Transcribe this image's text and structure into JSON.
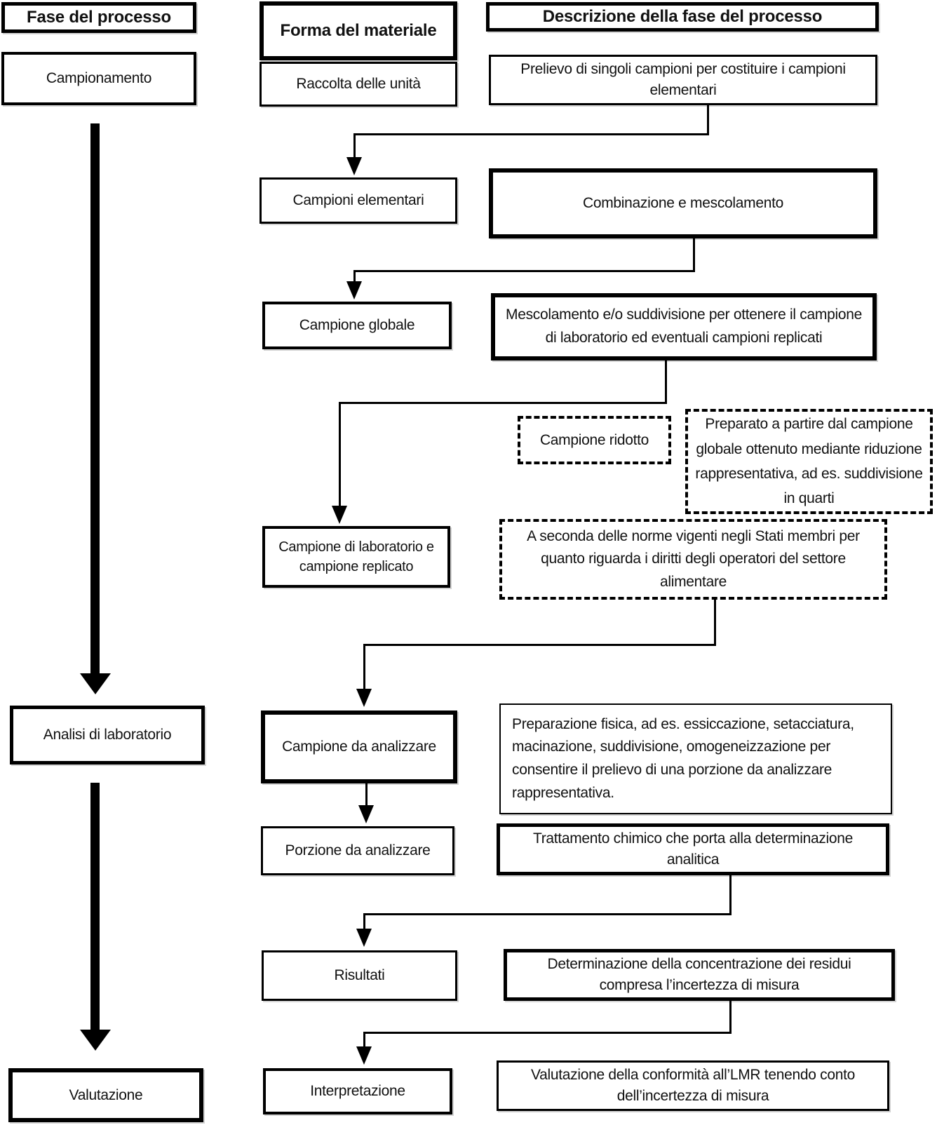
{
  "colors": {
    "border": "#000000",
    "background": "#ffffff",
    "text": "#111111"
  },
  "column_headers": {
    "process_phase": "Fase del processo",
    "material_form": "Forma del materiale",
    "phase_description": "Descrizione della fase del processo"
  },
  "process_phases": {
    "sampling": "Campionamento",
    "lab_analysis": "Analisi di laboratorio",
    "evaluation": "Valutazione"
  },
  "material_forms": {
    "units_collection": "Raccolta delle unità",
    "primary_samples": "Campioni elementari",
    "bulk_sample": "Campione globale",
    "reduced_sample": "Campione ridotto",
    "lab_sample": "Campione di laboratorio e campione replicato",
    "analysis_sample": "Campione da analizzare",
    "analysis_portion": "Porzione da analizzare",
    "results": "Risultati",
    "interpretation": "Interpretazione"
  },
  "descriptions": {
    "sampling": "Prelievo di singoli campioni per costituire i campioni elementari",
    "combination": "Combinazione e mescolamento",
    "mixing_subdivision": "Mescolamento e/o suddivisione per ottenere il campione di laboratorio ed eventuali campioni replicati",
    "reduced_sample_note": "Preparato a partire dal campione globale ottenuto mediante riduzione rappresentativa, ad es. suddivisione in quarti",
    "member_states_note": "A seconda delle norme vigenti negli Stati membri per quanto riguarda i diritti degli operatori del settore alimentare",
    "physical_preparation": "Preparazione fisica, ad es. essiccazione, setacciatura, macinazione, suddivisione, omogeneizzazione per consentire il prelievo di una porzione da analizzare rappresentativa.",
    "chemical_treatment": "Trattamento chimico che porta alla determinazione analitica",
    "determination": "Determinazione della concentrazione dei residui compresa l’incertezza di misura",
    "conformity_evaluation": "Valutazione della conformità all’LMR tenendo conto dell’incertezza di misura"
  }
}
